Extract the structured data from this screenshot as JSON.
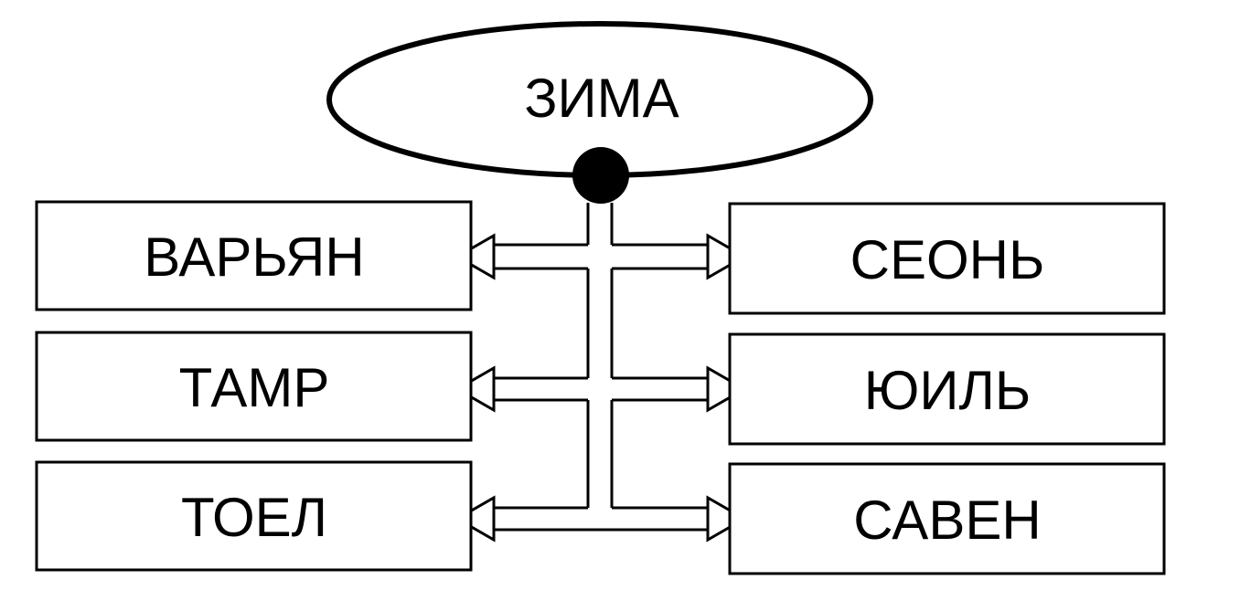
{
  "diagram": {
    "center": {
      "label": "ЗИМА"
    },
    "left_boxes": [
      {
        "label": "ВАРЬЯН"
      },
      {
        "label": "ТАМР"
      },
      {
        "label": "ТОЕЛ"
      }
    ],
    "right_boxes": [
      {
        "label": "СЕОНЬ"
      },
      {
        "label": "ЮИЛЬ"
      },
      {
        "label": "САВЕН"
      }
    ]
  }
}
